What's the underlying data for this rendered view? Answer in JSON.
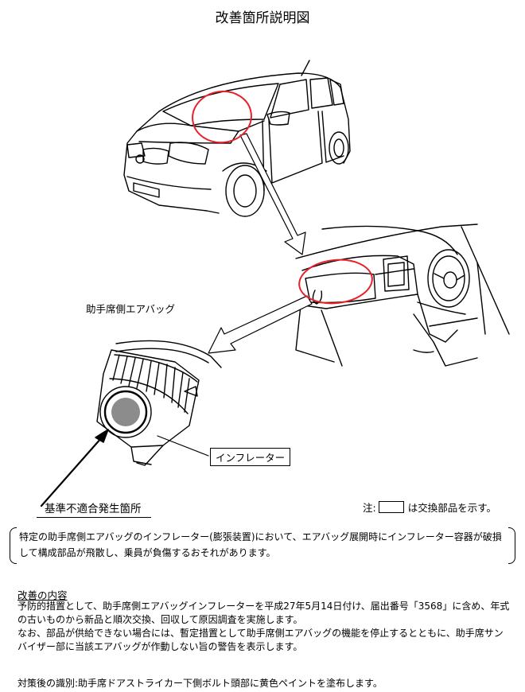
{
  "title": "改善箇所説明図",
  "labels": {
    "airbag": "助手席側エアバッグ",
    "inflator": "インフレーター",
    "defect_point": "基準不適合発生箇所"
  },
  "note": {
    "prefix": "注:",
    "suffix": "は交換部品を示す。"
  },
  "description": "特定の助手席側エアバッグのインフレーター(膨張装置)において、エアバッグ展開時にインフレーター容器が破損して構成部品が飛散し、乗員が負傷するおそれがあります。",
  "remedy": {
    "heading": "改善の内容",
    "paragraph1": "予防的措置として、助手席側エアバッグインフレーターを平成27年5月14日付け、届出番号「3568」に含め、年式の古いものから新品と順次交換、回収して原因調査を実施します。",
    "paragraph2": "なお、部品が供給できない場合には、暫定措置として助手席側エアバッグの機能を停止するとともに、助手席サンバイザー部に当該エアバッグが作動しない旨の警告を表示します。"
  },
  "identification": "対策後の識別:助手席ドアストライカー下側ボルト頭部に黄色ペイントを塗布します。",
  "colors": {
    "highlight_circle": "#e8202a",
    "inflator_fill": "#8c8c8c"
  }
}
